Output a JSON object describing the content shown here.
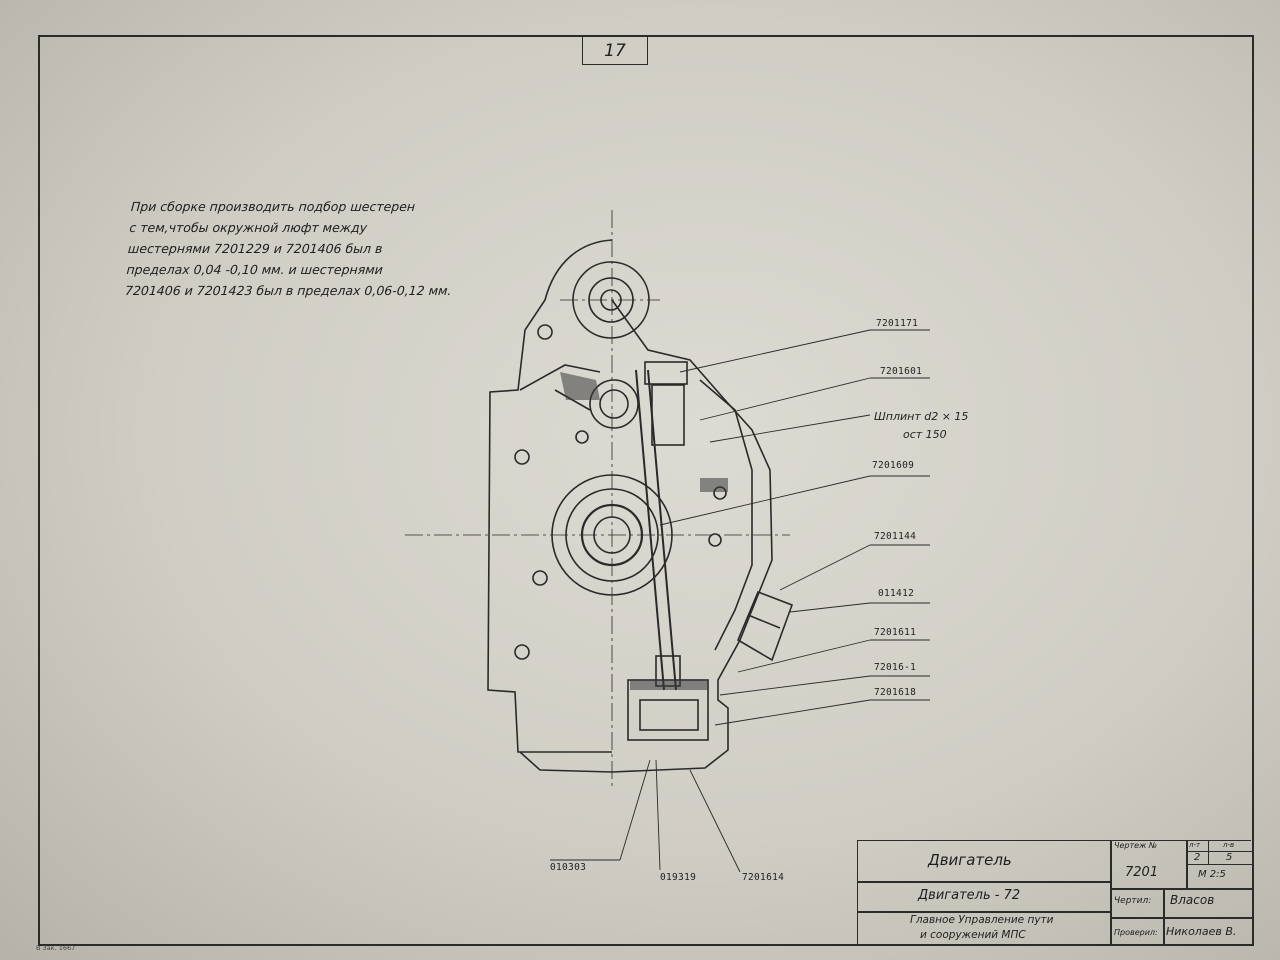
{
  "sheet_number": "17",
  "assembly_note": [
    "При сборке производить подбор шестерен",
    "с тем,чтобы окружной люфт между",
    "шестернями 7201229 и 7201406 был в",
    "пределах 0,04 -0,10 мм. и шестернями",
    "7201406 и 7201423 был в пределах 0,06-0,12 мм."
  ],
  "callouts": {
    "c1": "7201171",
    "c2": "7201601",
    "split_pin": "Шплинт d2 × 15",
    "split_pin_std": "ост 150",
    "c3": "7201609",
    "c4": "7201144",
    "c5": "011412",
    "c6": "7201611",
    "c7": "72016-1",
    "c8": "7201618",
    "b1": "010303",
    "b2": "019319",
    "b3": "7201614"
  },
  "title_block": {
    "title": "Двигатель",
    "subtitle": "Двигатель - 72",
    "org_line1": "Главное Управление пути",
    "org_line2": "и сооружений МПС",
    "drawing_no_label": "Чертеж №",
    "drawing_no": "7201",
    "sheet_label": "л-т",
    "sheets_label": "л-в",
    "sheet": "2",
    "sheets": "5",
    "scale": "М 2:5",
    "drawn_label": "Чертил:",
    "drawn_by": "Власов",
    "checked_label": "Проверил:",
    "checked_by": "Николаев В."
  },
  "margin_note": "В Зак. 1667"
}
